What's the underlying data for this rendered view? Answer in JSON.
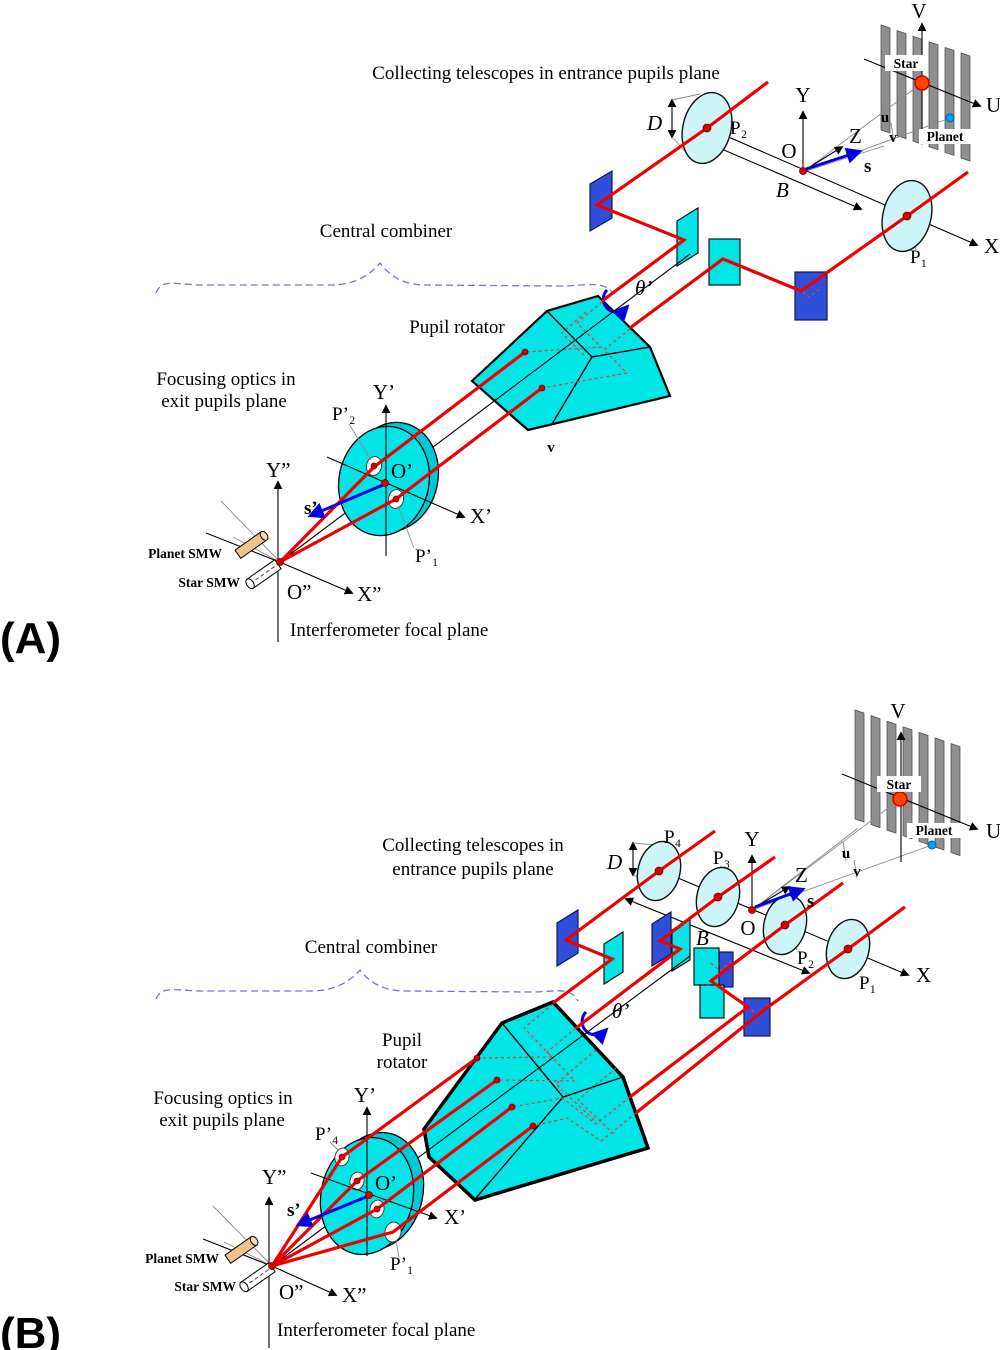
{
  "figure": "Dual-panel optical schematic of a nulling interferometer (two-telescope and four-telescope configurations)",
  "colors": {
    "beam_red": "#ee0000",
    "optic_cyan": "#00e6e6",
    "mirror_blue": "#2f4fd8",
    "telescope_fill": "#cdf4f7",
    "fringe_gray": "#8f8f8f",
    "brace_violet": "#7474d0",
    "smw_tan": "#f0c28e",
    "star_dot": "#ff4400",
    "planet_dot": "#00a0ff",
    "vector_blue": "#0000e0",
    "dot_red": "#d40000"
  },
  "panel_a": {
    "panel_label": "(A)",
    "collecting_title": "Collecting telescopes in entrance pupils plane",
    "central_combiner": "Central combiner",
    "pupil_rotator": "Pupil rotator",
    "focusing_1": "Focusing optics in",
    "focusing_2": "exit pupils plane",
    "interferometer_focal_plane": "Interferometer focal plane",
    "sky": {
      "V": "V",
      "U": "U",
      "star": "Star",
      "planet": "Planet",
      "u": "u",
      "v": "v"
    },
    "entrance": {
      "Y": "Y",
      "X": "X",
      "Z": "Z",
      "O": "O",
      "s": "s",
      "B": "B",
      "D": "D",
      "P2": "P₂",
      "P1": "P₁"
    },
    "rotator": {
      "theta": "θ’",
      "v": "v"
    },
    "exitp": {
      "Y": "Y’",
      "X": "X’",
      "O": "O’",
      "s": "s’",
      "P2": "P’₂",
      "P1": "P’₁"
    },
    "focal": {
      "Y": "Y”",
      "X": "X”",
      "O": "O”",
      "planet_smw": "Planet SMW",
      "star_smw": "Star SMW"
    }
  },
  "panel_b": {
    "panel_label": "(B)",
    "collecting_1": "Collecting telescopes in",
    "collecting_2": "entrance pupils plane",
    "central_combiner": "Central combiner",
    "pupil_1": "Pupil",
    "pupil_2": "rotator",
    "focusing_1": "Focusing optics in",
    "focusing_2": "exit pupils plane",
    "interferometer_focal_plane": "Interferometer focal plane",
    "sky": {
      "V": "V",
      "U": "U",
      "star": "Star",
      "planet": "Planet",
      "u": "u",
      "v": "v"
    },
    "entrance": {
      "Y": "Y",
      "X": "X",
      "Z": "Z",
      "O": "O",
      "s": "s",
      "B": "B",
      "D": "D",
      "P4": "P₄",
      "P3": "P₃",
      "P2": "P₂",
      "P1": "P₁"
    },
    "rotator": {
      "theta": "θ’"
    },
    "exitp": {
      "Y": "Y’",
      "X": "X’",
      "O": "O’",
      "s": "s’",
      "P4": "P’₄",
      "P1": "P’₁"
    },
    "focal": {
      "Y": "Y”",
      "X": "X”",
      "O": "O”",
      "planet_smw": "Planet SMW",
      "star_smw": "Star SMW"
    }
  }
}
